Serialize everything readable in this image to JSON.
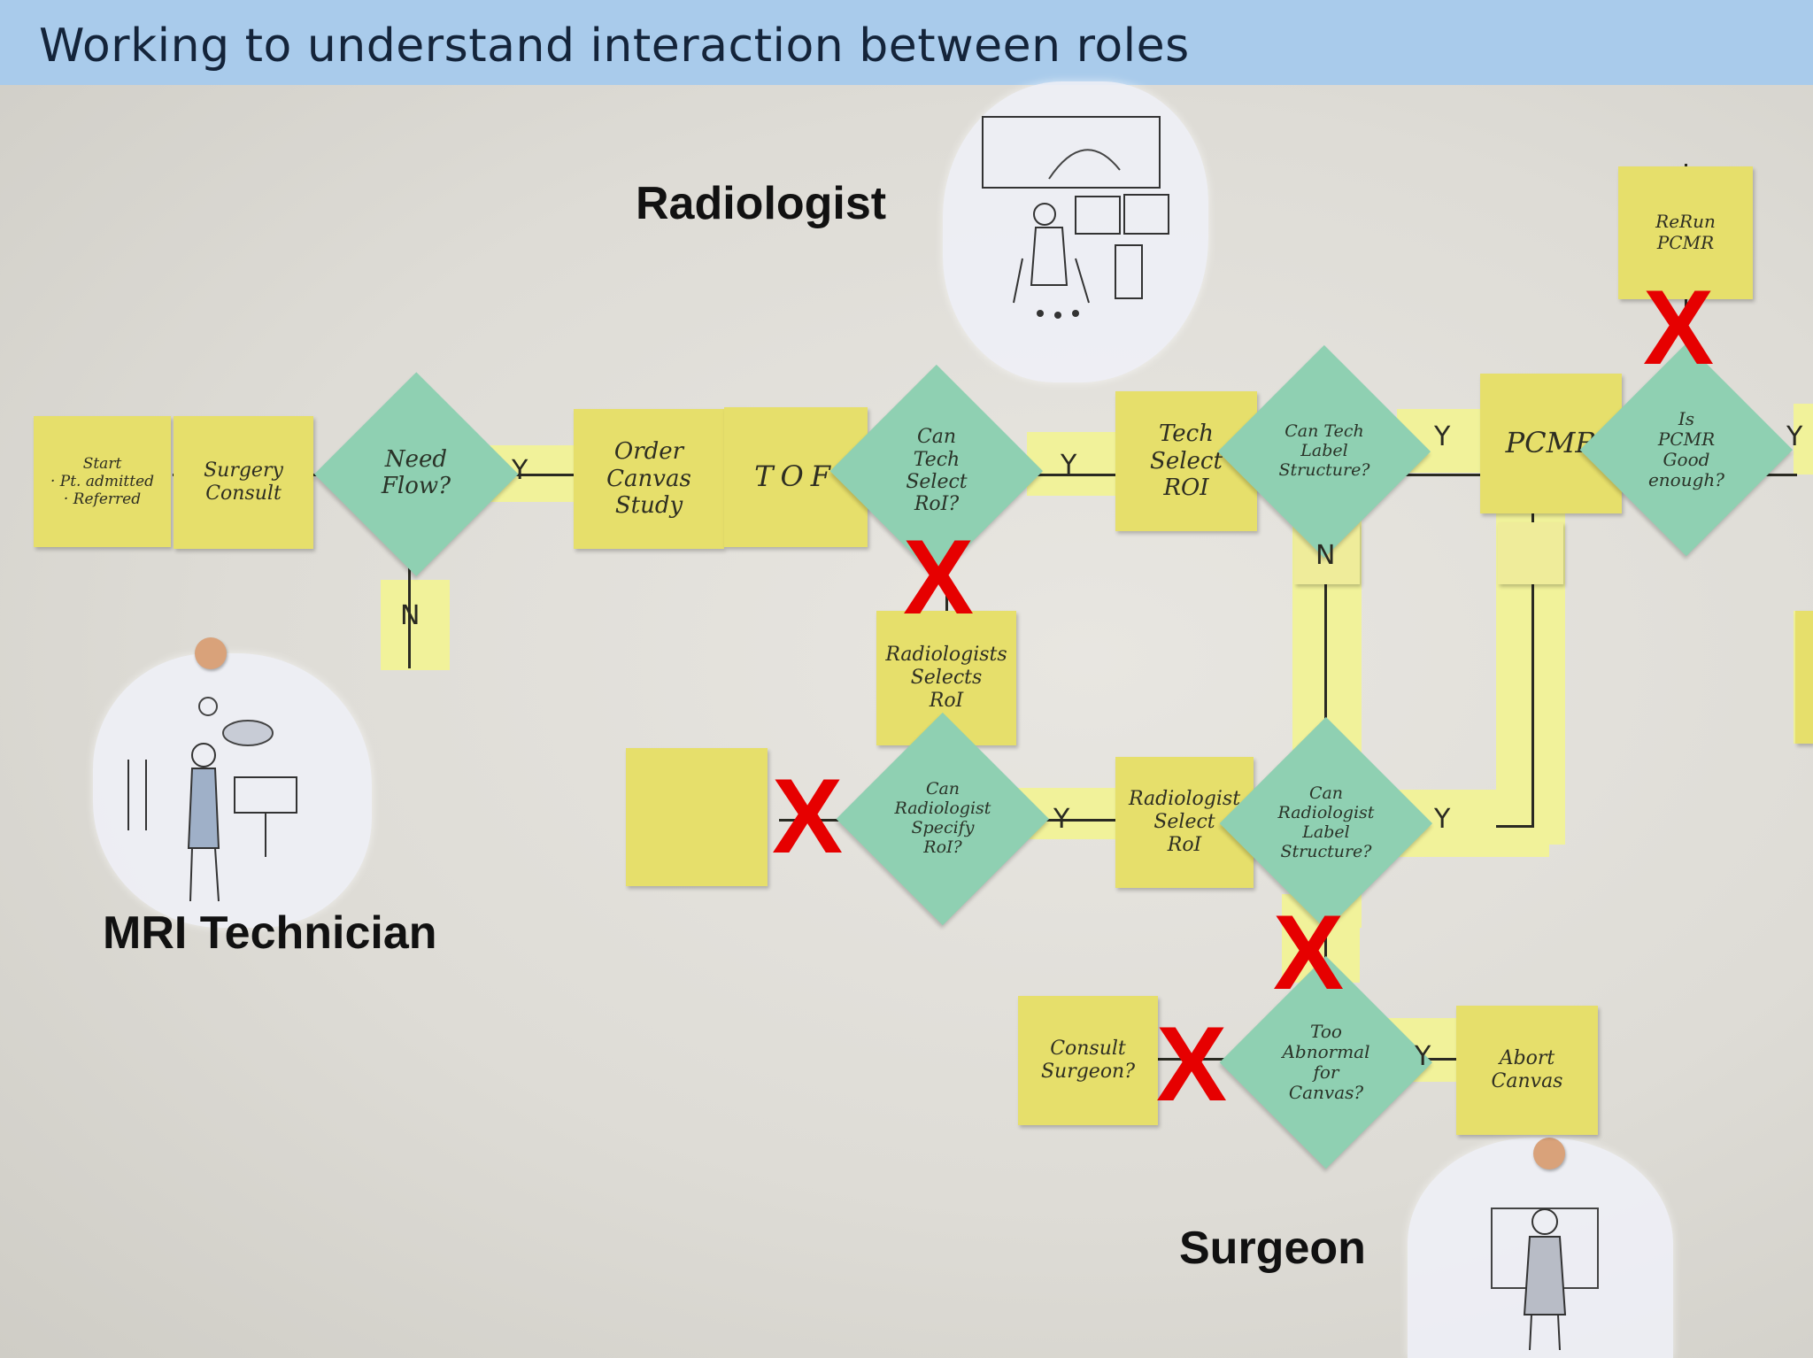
{
  "title": "Working to understand interaction between roles",
  "roles": {
    "radiologist": "Radiologist",
    "mri_technician": "MRI Technician",
    "surgeon": "Surgeon"
  },
  "notes": {
    "start": "Start\n· Pt. admitted\n· Referred",
    "surgery_consult": "Surgery\nConsult",
    "order_canvas_study": "Order\nCanvas\nStudy",
    "tof": "TOF",
    "tech_select_roi": "Tech\nSelect\nROI",
    "pcmr": "PCMR",
    "rerun_pcmr": "ReRun\nPCMR",
    "radiologists_selects_roi": "Radiologists\nSelects\nRoI",
    "radiologist_select_roi": "Radiologist\nSelect\nRoI",
    "consult_surgeon": "Consult\nSurgeon?",
    "abort_canvas": "Abort\nCanvas"
  },
  "decisions": {
    "need_flow": "Need\nFlow?",
    "can_tech_select_roi": "Can\nTech\nSelect\nRoI?",
    "can_tech_label_structure": "Can Tech\nLabel\nStructure?",
    "is_pcmr_good_enough": "Is\nPCMR\nGood\nenough?",
    "can_radiologist_specify_roi": "Can\nRadiologist\nSpecify\nRoI?",
    "can_radiologist_label_structure": "Can\nRadiologist\nLabel\nStructure?",
    "too_abnormal_for_canvas": "Too\nAbnormal\nfor\nCanvas?"
  },
  "branch_labels": {
    "yes": "Y",
    "no": "N"
  },
  "marks": {
    "x": "X"
  },
  "colors": {
    "title_bar": "#a9cbeb",
    "sticky_note": "#e6df6b",
    "decision_diamond": "#8fd0b2",
    "x_mark": "#e60000"
  }
}
